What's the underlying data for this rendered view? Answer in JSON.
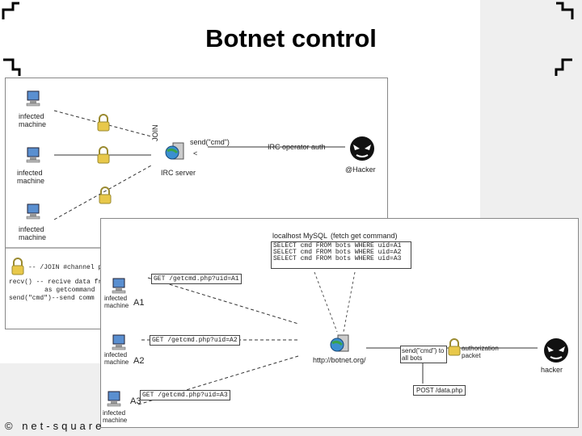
{
  "slide": {
    "title": "Botnet control",
    "footer": "© net-square"
  },
  "diagram1": {
    "machines": [
      "infected machine",
      "infected machine",
      "infected machine"
    ],
    "server_label": "IRC server",
    "join_label": "JOIN",
    "send_label": "send(\"cmd\")",
    "arrow_label": "<",
    "auth_label": "IRC operator auth",
    "hacker_label": "@Hacker",
    "code_lines": [
      "-- /JOIN #channel p",
      "recv() -- recive data fro",
      "as getcommand",
      "send(\"cmd\")--send comm"
    ]
  },
  "diagram2": {
    "sql_title": "localhost MySQL",
    "sql_note": "(fetch get command)",
    "sql_lines": [
      "SELECT cmd FROM bots WHERE uid=A1",
      "SELECT cmd FROM bots WHERE uid=A2",
      "SELECT cmd FROM bots WHERE uid=A3"
    ],
    "machines": [
      {
        "label": "infected machine",
        "id": "A1",
        "request": "GET /getcmd.php?uid=A1"
      },
      {
        "label": "infected machine",
        "id": "A2",
        "request": "GET /getcmd.php?uid=A2"
      },
      {
        "label": "infected machine",
        "id": "A3",
        "request": "GET /getcmd.php?uid=A3"
      }
    ],
    "server_label": "http://botnet.org/",
    "send_label": "send(\"cmd\") to all bots",
    "auth_label": "authorization packet",
    "post_label": "POST /data.php",
    "hacker_label": "hacker"
  }
}
